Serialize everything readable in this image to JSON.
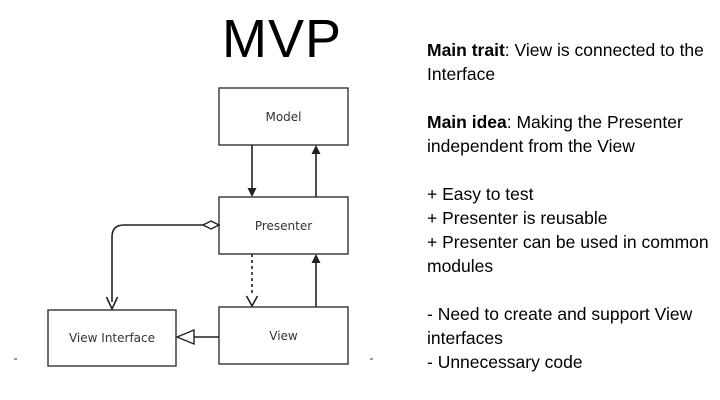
{
  "title": "MVP",
  "diagram": {
    "boxes": {
      "model": "Model",
      "presenter": "Presenter",
      "view": "View",
      "view_interface": "View Interface"
    }
  },
  "notes": {
    "main_trait": {
      "label": "Main trait",
      "text": ": View is connected to the Interface"
    },
    "main_idea": {
      "label": "Main idea",
      "text": ": Making the Presenter independent from the View"
    },
    "pros": [
      "+ Easy to test",
      "+ Presenter is reusable",
      "+ Presenter can be used in common modules"
    ],
    "cons": [
      "- Need to create and support View interfaces",
      "- Unnecessary code"
    ]
  }
}
